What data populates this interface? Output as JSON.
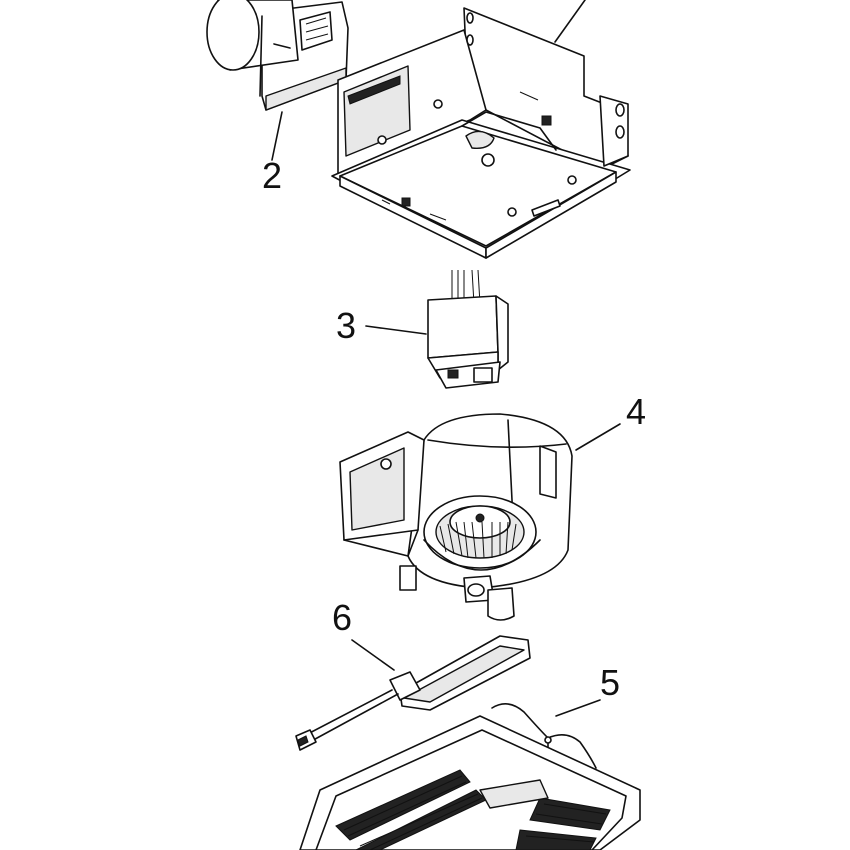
{
  "callouts": {
    "c2": "2",
    "c3": "3",
    "c4": "4",
    "c5": "5",
    "c6": "6"
  },
  "parts": [
    {
      "id": "2",
      "icon": "duct-connector-damper-icon"
    },
    {
      "id": "3",
      "icon": "wiring-receptacle-box-icon"
    },
    {
      "id": "4",
      "icon": "blower-motor-assembly-icon"
    },
    {
      "id": "5",
      "icon": "grille-spring-wire-icon"
    },
    {
      "id": "6",
      "icon": "led-light-module-icon"
    }
  ]
}
